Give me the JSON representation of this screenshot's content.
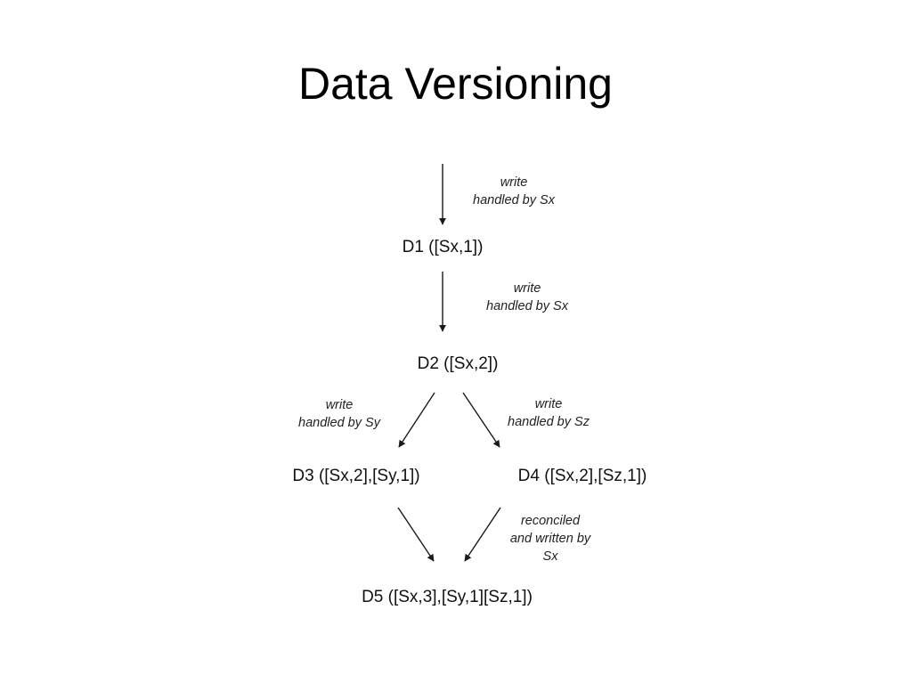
{
  "title": "Data Versioning",
  "nodes": {
    "d1": "D1 ([Sx,1])",
    "d2": "D2 ([Sx,2])",
    "d3": "D3 ([Sx,2],[Sy,1])",
    "d4": "D4 ([Sx,2],[Sz,1])",
    "d5": "D5 ([Sx,3],[Sy,1][Sz,1])"
  },
  "edges": {
    "e0": {
      "line1": "write",
      "line2": "handled by Sx"
    },
    "e1": {
      "line1": "write",
      "line2": "handled by Sx"
    },
    "e2": {
      "line1": "write",
      "line2": "handled by Sy"
    },
    "e3": {
      "line1": "write",
      "line2": "handled by Sz"
    },
    "e4": {
      "line1": "reconciled",
      "line2": "and written by",
      "line3": "Sx"
    }
  }
}
